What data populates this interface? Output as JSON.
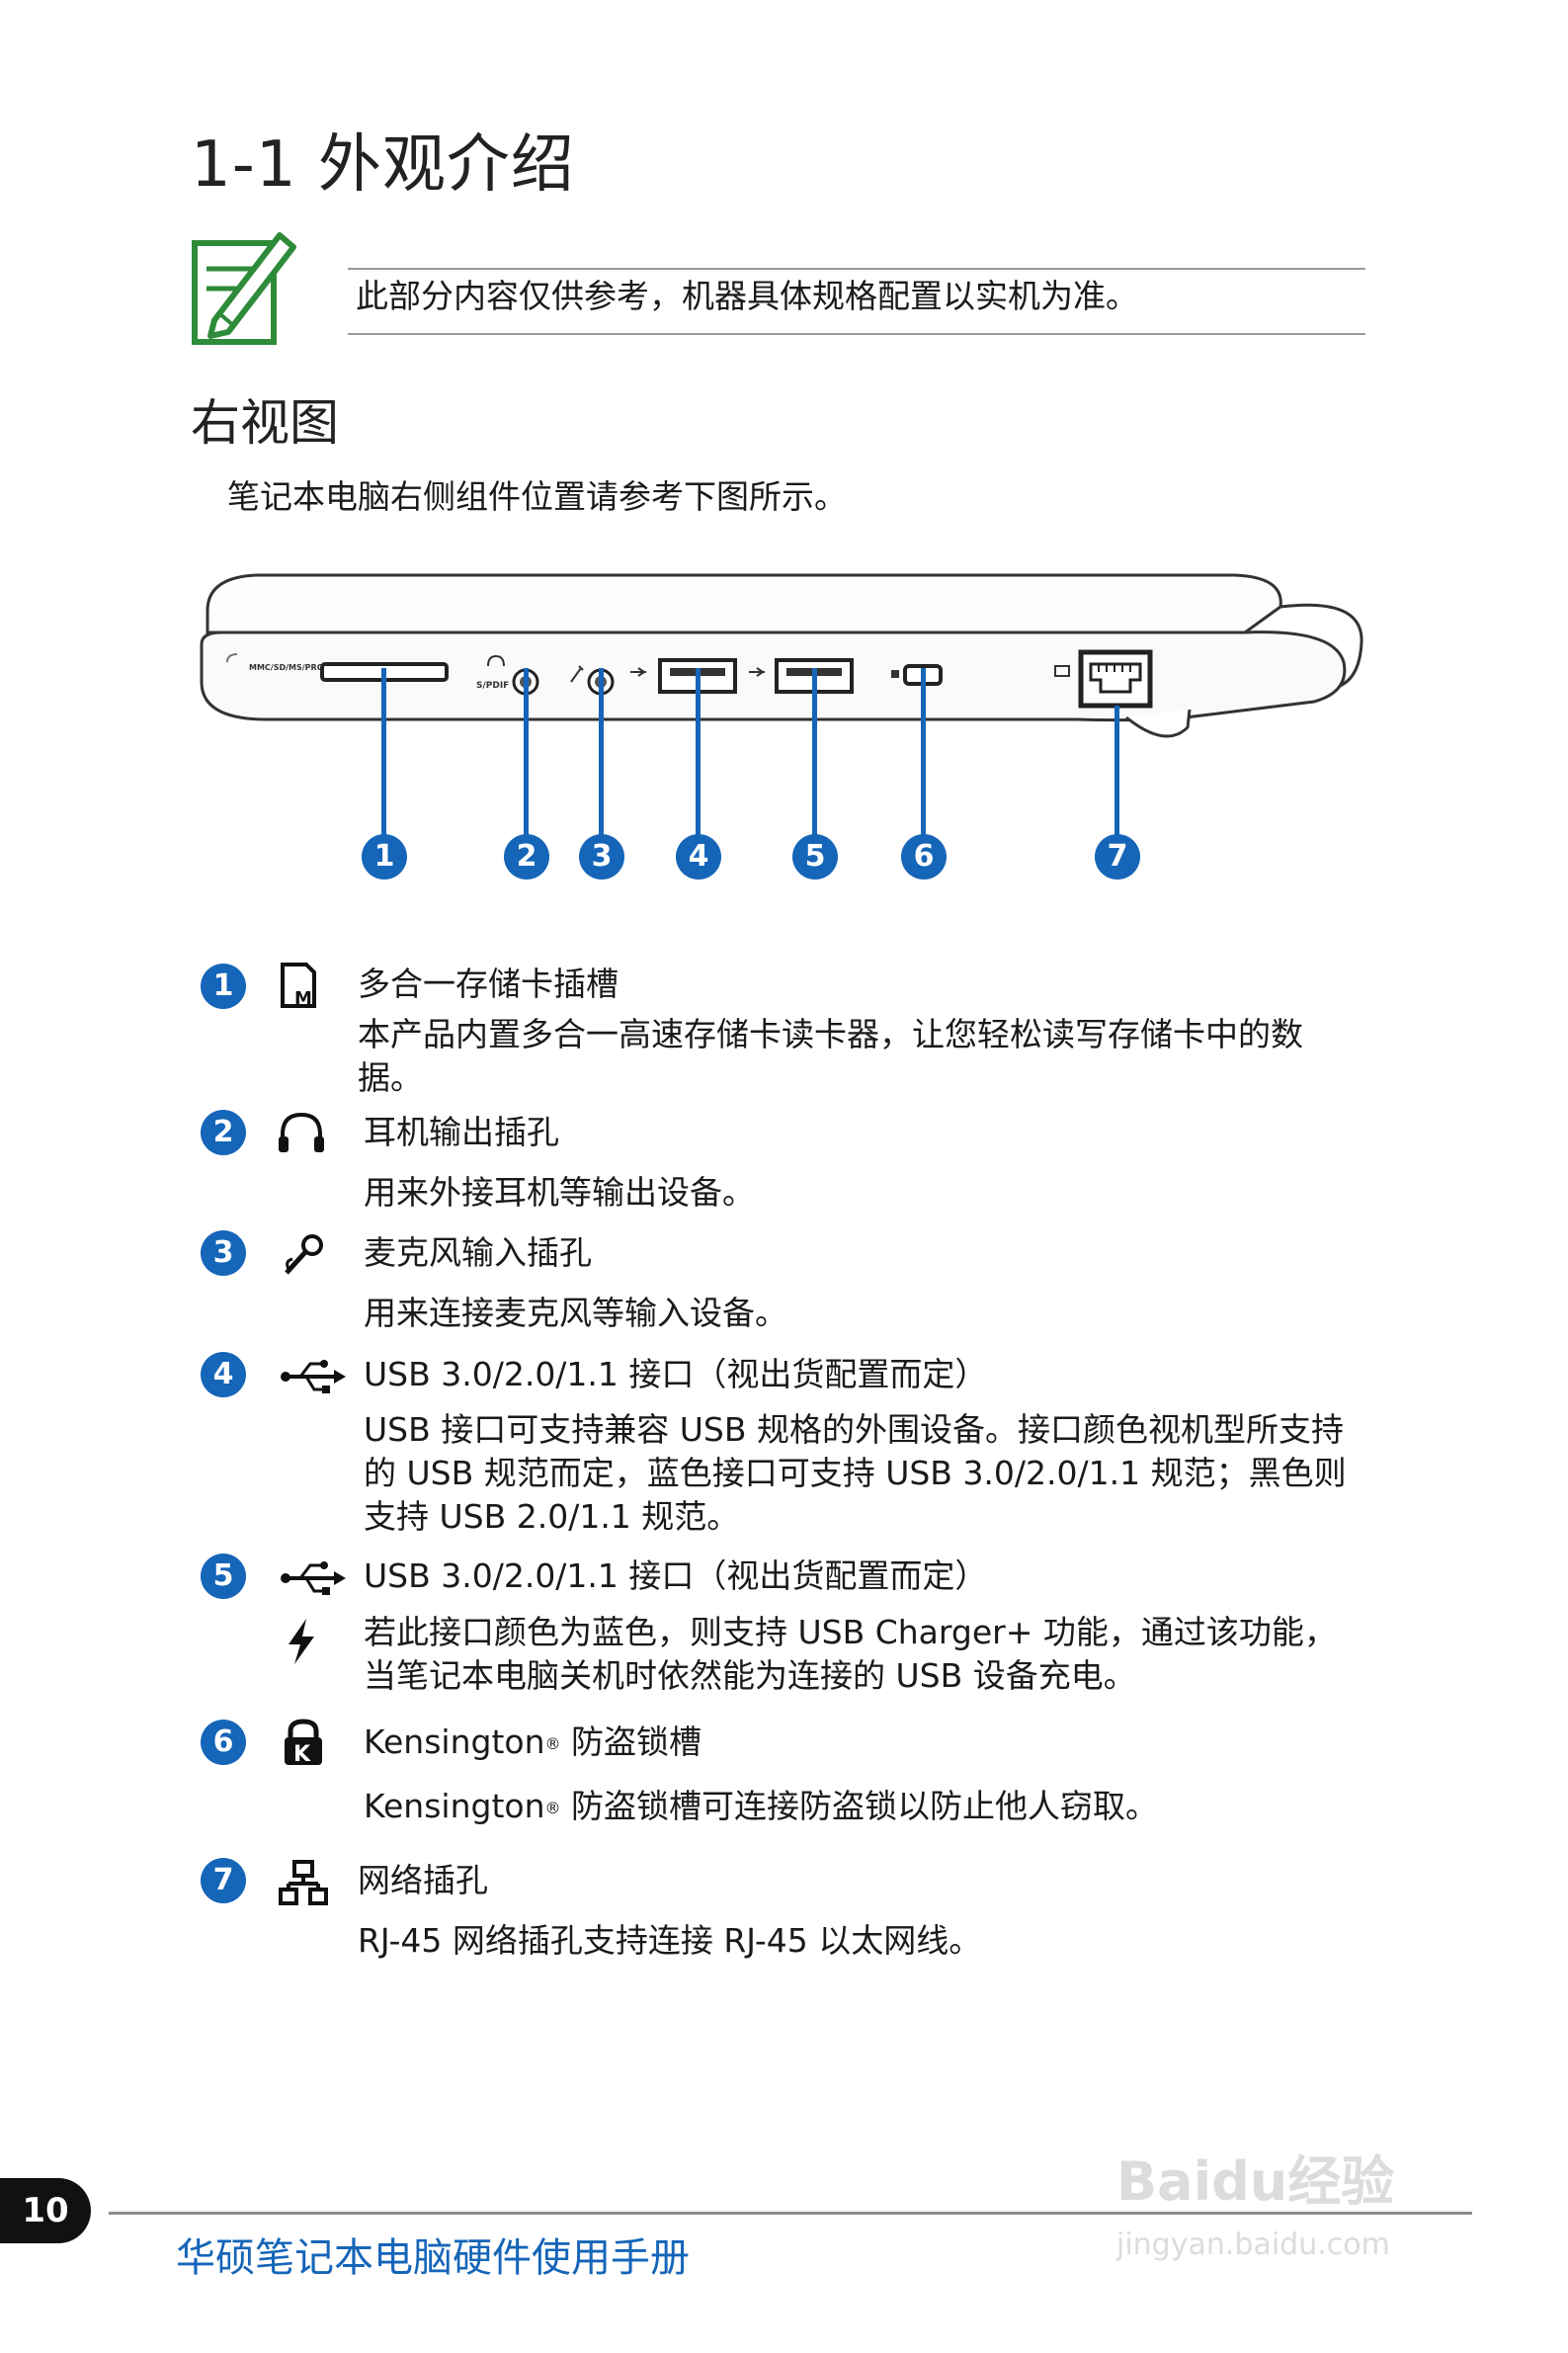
{
  "heading": "1-1 外观介绍",
  "note": "此部分内容仅供参考，机器具体规格配置以实机为准。",
  "subheading": "右视图",
  "intro": "笔记本电脑右侧组件位置请参考下图所示。",
  "diagram": {
    "card_label": "MMC/SD/MS/PRO",
    "spdif_label": "S/PDIF",
    "callouts": [
      "1",
      "2",
      "3",
      "4",
      "5",
      "6",
      "7"
    ]
  },
  "items": [
    {
      "num": "1",
      "icon": "memory-card-icon",
      "title": "多合一存储卡插槽",
      "desc": "本产品内置多合一高速存储卡读卡器，让您轻松读写存储卡中的数据。"
    },
    {
      "num": "2",
      "icon": "headphone-icon",
      "title": "耳机输出插孔",
      "desc": "用来外接耳机等输出设备。"
    },
    {
      "num": "3",
      "icon": "microphone-icon",
      "title": "麦克风输入插孔",
      "desc": "用来连接麦克风等输入设备。"
    },
    {
      "num": "4",
      "icon": "usb-icon",
      "title": "USB 3.0/2.0/1.1 接口（视出货配置而定）",
      "desc": "USB 接口可支持兼容 USB 规格的外围设备。接口颜色视机型所支持的 USB 规范而定，蓝色接口可支持 USB 3.0/2.0/1.1 规范；黑色则支持 USB 2.0/1.1 规范。"
    },
    {
      "num": "5",
      "icon": "usb-icon",
      "title": "USB 3.0/2.0/1.1 接口（视出货配置而定）",
      "desc": "若此接口颜色为蓝色，则支持 USB Charger+ 功能，通过该功能，当笔记本电脑关机时依然能为连接的 USB 设备充电。"
    },
    {
      "num": "6",
      "icon": "kensington-lock-icon",
      "title_a": "Kensington",
      "title_sup": "®",
      "title_b": " 防盗锁槽",
      "desc_a": "Kensington",
      "desc_sup": "®",
      "desc_b": " 防盗锁槽可连接防盗锁以防止他人窃取。"
    },
    {
      "num": "7",
      "icon": "network-icon",
      "title": "网络插孔",
      "desc": "RJ-45 网络插孔支持连接 RJ-45 以太网线。"
    }
  ],
  "footer": {
    "page_number": "10",
    "title": "华硕笔记本电脑硬件使用手册"
  },
  "watermark": {
    "logo": "Baidu经验",
    "url": "jingyan.baidu.com"
  },
  "colors": {
    "accent": "#1565b8",
    "note_icon": "#2e8b3a"
  }
}
